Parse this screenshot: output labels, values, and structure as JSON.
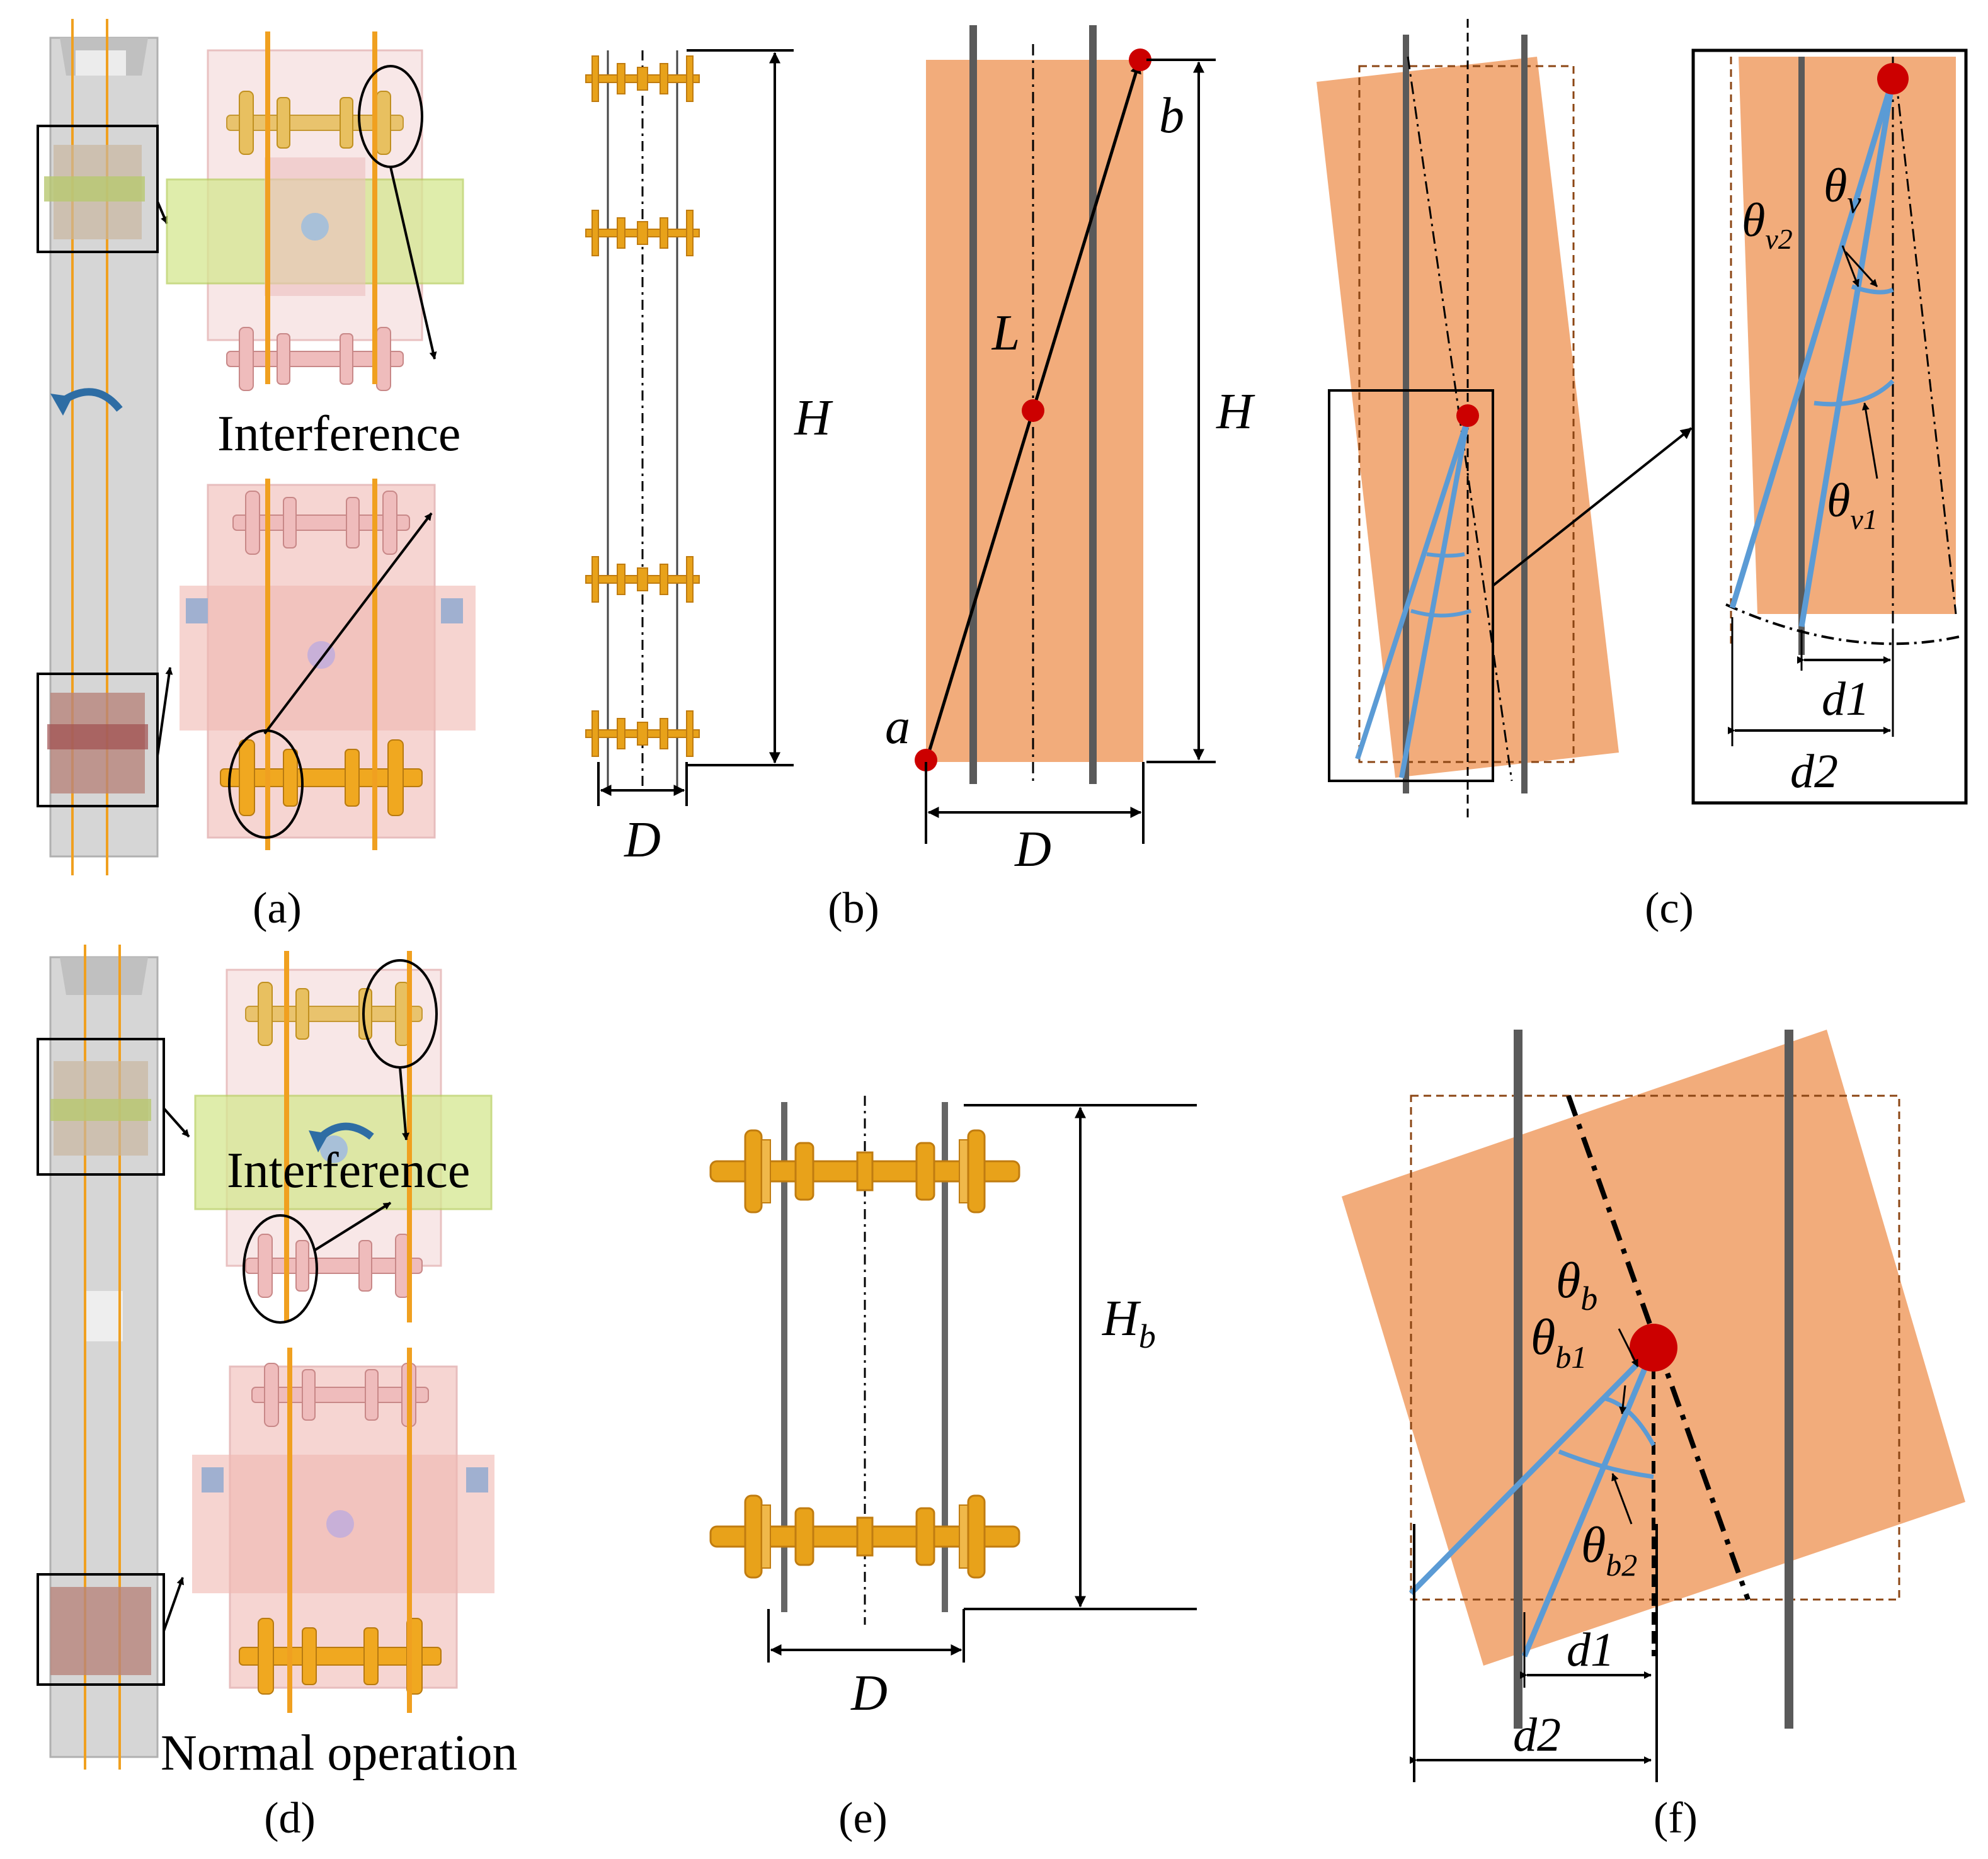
{
  "colors": {
    "orange_fill": "#f2ac7b",
    "rail_gray": "#5a5a5a",
    "track_orange": "#f0a020",
    "wheel_gold": "#e8a21a",
    "wheel_gold_dark": "#c07c10",
    "pink_frame": "#eab0ae",
    "green_frame": "#cde07a",
    "blue_angle": "#5b9bd5",
    "red_dot": "#cc0000",
    "brown_dash": "#8b4513",
    "car_gray": "#cfcfcf",
    "rotate_arrow": "#2e6da4"
  },
  "panels": {
    "a": {
      "caption": "(a)",
      "annotation": "Interference"
    },
    "b": {
      "caption": "(b)",
      "H": "H",
      "D": "D",
      "L": "L",
      "a": "a",
      "b": "b"
    },
    "c": {
      "caption": "(c)",
      "theta_v": "θ",
      "theta_v_sub": "v",
      "theta_v1": "θ",
      "theta_v1_sub": "v1",
      "theta_v2": "θ",
      "theta_v2_sub": "v2",
      "d1": "d1",
      "d2": "d2"
    },
    "d": {
      "caption": "(d)",
      "annotation": "Interference",
      "normal": "Normal operation"
    },
    "e": {
      "caption": "(e)",
      "Hb": "H",
      "Hb_sub": "b",
      "D": "D"
    },
    "f": {
      "caption": "(f)",
      "theta_b": "θ",
      "theta_b_sub": "b",
      "theta_b1": "θ",
      "theta_b1_sub": "b1",
      "theta_b2": "θ",
      "theta_b2_sub": "b2",
      "d1": "d1",
      "d2": "d2"
    }
  },
  "icons": [
    "rotate-arrow-icon",
    "callout-arrow-icon",
    "wheelset-icon",
    "pivot-point-icon"
  ]
}
